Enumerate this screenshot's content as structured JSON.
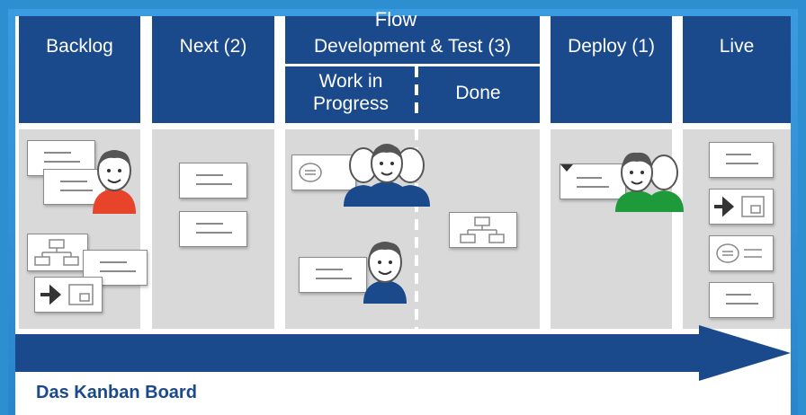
{
  "board": {
    "columns": [
      {
        "label": "Backlog"
      },
      {
        "label": "Next (2)"
      },
      {
        "label": "Development & Test (3)"
      },
      {
        "label": "Deploy (1)"
      },
      {
        "label": "Live"
      }
    ],
    "dev_subcolumns": [
      {
        "label": "Work in Progress"
      },
      {
        "label": "Done"
      }
    ]
  },
  "flow": {
    "label": "Flow"
  },
  "caption": "Das Kanban Board",
  "colors": {
    "header_blue": "#1b4a8c",
    "frame_blue": "#2d8fd0",
    "lane_gray": "#d9d9d9",
    "person_red": "#e8432b",
    "person_blue": "#1b4a8c",
    "person_green": "#1e9a3b"
  }
}
